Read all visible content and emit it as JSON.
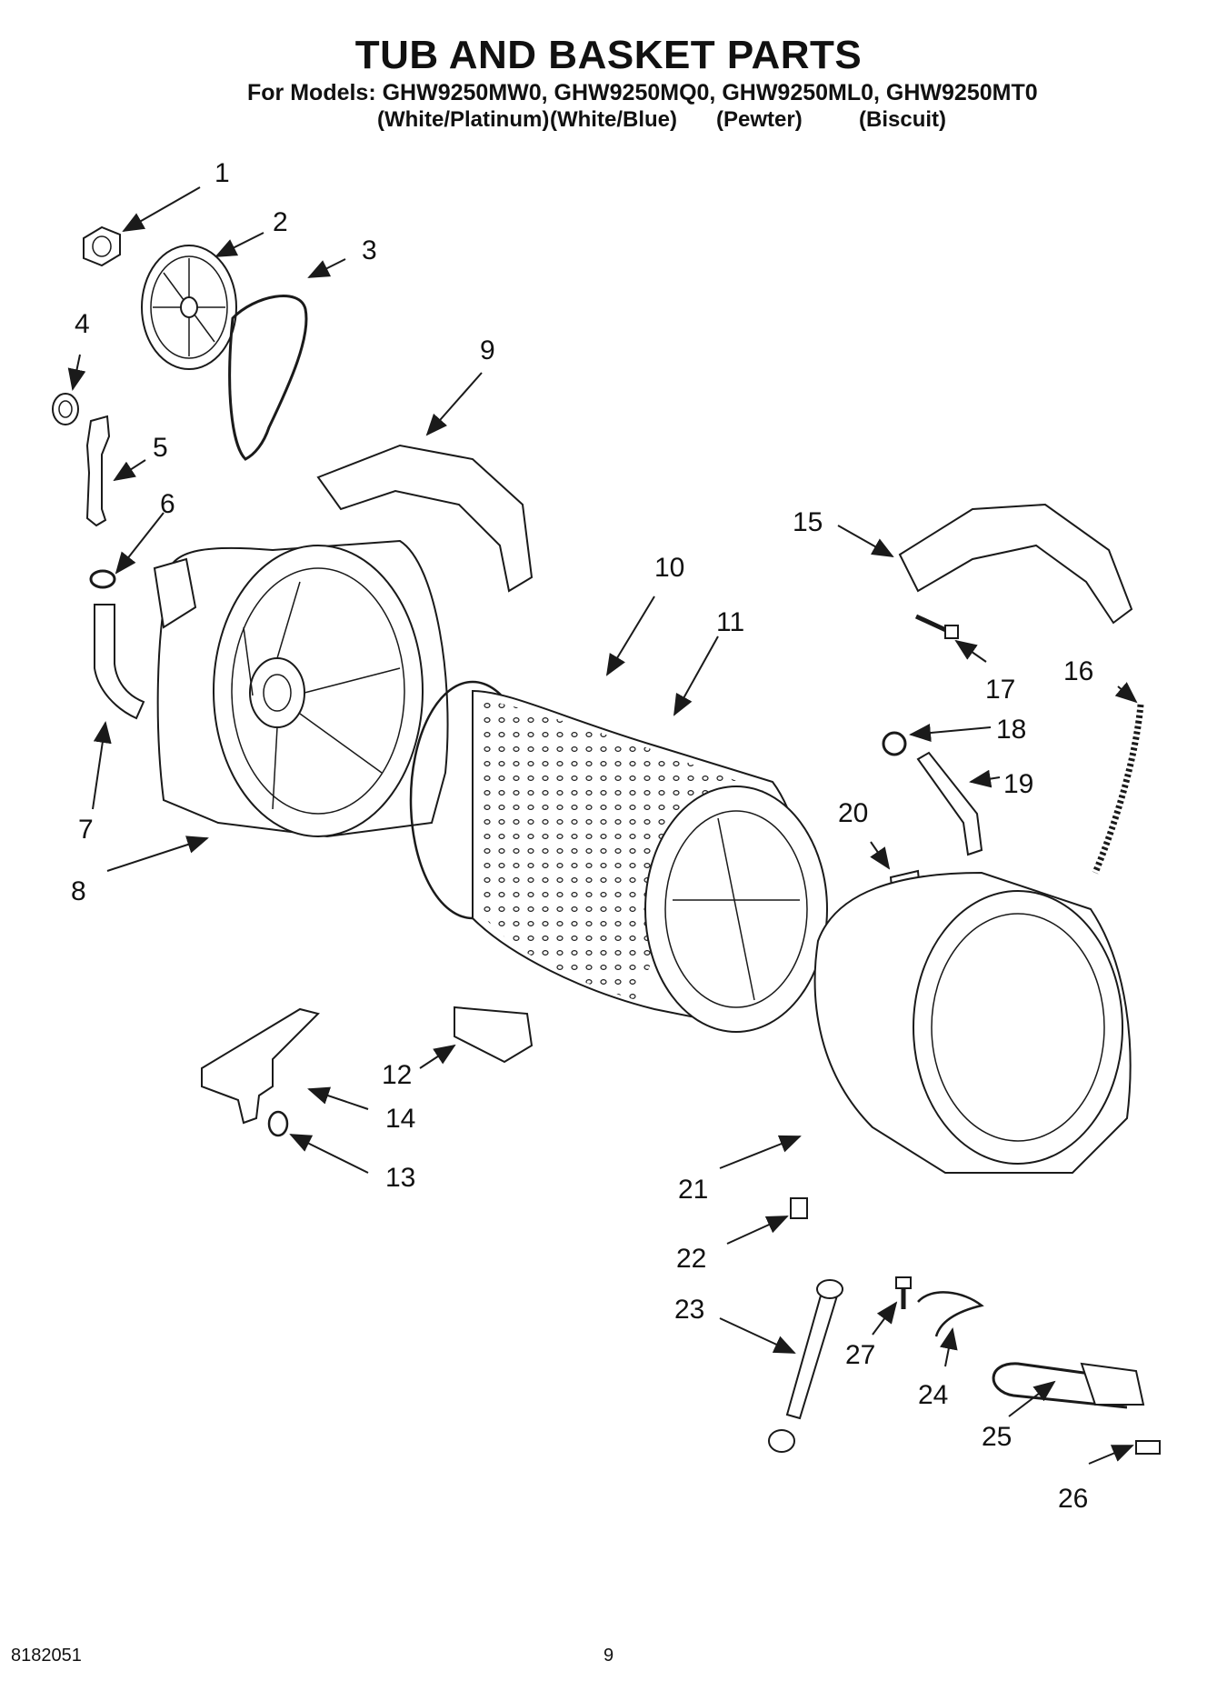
{
  "title": "TUB AND BASKET PARTS",
  "models_line": "For Models: GHW9250MW0, GHW9250MQ0, GHW9250ML0, GHW9250MT0",
  "colors": [
    "(White/Platinum)",
    "(White/Blue)",
    "(Pewter)",
    "(Biscuit)"
  ],
  "footer": {
    "doc_number": "8182051",
    "page_number": "9"
  },
  "callouts": [
    "1",
    "2",
    "3",
    "4",
    "5",
    "6",
    "7",
    "8",
    "9",
    "10",
    "11",
    "12",
    "13",
    "14",
    "15",
    "16",
    "17",
    "18",
    "19",
    "20",
    "21",
    "22",
    "23",
    "24",
    "25",
    "26",
    "27"
  ]
}
